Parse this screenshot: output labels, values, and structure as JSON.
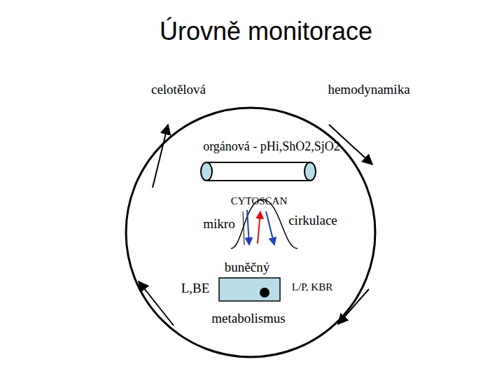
{
  "diagram": {
    "title": "Úrovně monitorace",
    "labels": [
      "celotělová",
      "hemodynamika",
      "orgánová - pHi,ShO2,SjO2",
      "CYTOSCAN",
      "mikro",
      "cirkulace",
      "buněčný",
      "L,BE",
      "L/P, KBR",
      "metabolismus"
    ]
  }
}
